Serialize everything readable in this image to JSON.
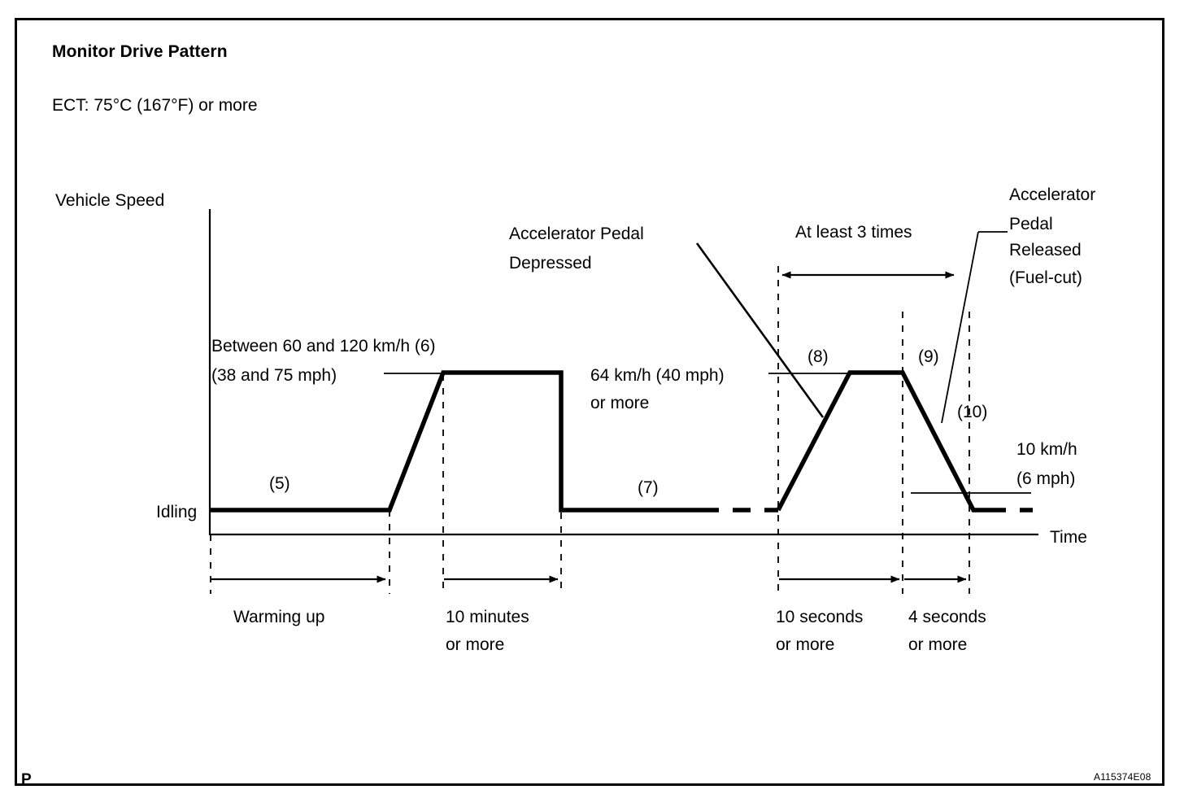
{
  "document": {
    "title": "Monitor Drive Pattern",
    "subtitle": "ECT: 75°C (167°F) or more",
    "corner_marker": "P",
    "figure_code": "A115374E08"
  },
  "axes": {
    "y_label": "Vehicle Speed",
    "y_baseline_label": "Idling",
    "x_label": "Time"
  },
  "annotations": {
    "speed_range_line1": "Between  60 and 120 km/h (6)",
    "speed_range_line2": "(38 and 75 mph)",
    "pedal_depressed_line1": "Accelerator Pedal",
    "pedal_depressed_line2": "Depressed",
    "speed_64_line1": "64 km/h (40 mph)",
    "speed_64_line2": "or more",
    "at_least_3_times": "At least 3 times",
    "pedal_released_line1": "Accelerator",
    "pedal_released_line2": "Pedal",
    "pedal_released_line3": "Released",
    "pedal_released_line4": "(Fuel-cut)",
    "speed_10_line1": "10 km/h",
    "speed_10_line2": "(6 mph)"
  },
  "step_markers": {
    "s5": "(5)",
    "s6": "(6)",
    "s7": "(7)",
    "s8": "(8)",
    "s9": "(9)",
    "s10": "(10)"
  },
  "time_segments": [
    {
      "id": "warming-up",
      "line1": "Warming up",
      "line2": ""
    },
    {
      "id": "ten-minutes",
      "line1": "10 minutes",
      "line2": "or more"
    },
    {
      "id": "ten-seconds",
      "line1": "10 seconds",
      "line2": "or more"
    },
    {
      "id": "four-seconds",
      "line1": "4 seconds",
      "line2": "or more"
    }
  ],
  "chart_data": {
    "type": "line",
    "title": "Monitor Drive Pattern",
    "xlabel": "Time",
    "ylabel": "Vehicle Speed",
    "grid": false,
    "legend": "none",
    "y_levels": {
      "idling": "Idling",
      "high_plateau": "Between 60 and 120 km/h (38 and 75 mph)",
      "mid_plateau": "64 km/h (40 mph) or more",
      "low_reference": "10 km/h (6 mph)"
    },
    "phases": [
      {
        "step": "(5)",
        "state": "Idling",
        "duration": "Warming up"
      },
      {
        "step": "(6)",
        "state": "Between 60 and 120 km/h (38 and 75 mph)",
        "duration": "10 minutes or more"
      },
      {
        "step": "(7)",
        "state": "Idling",
        "duration": ""
      },
      {
        "step": "(8)",
        "state": "64 km/h (40 mph) or more, accelerator pedal depressed",
        "duration": "10 seconds or more"
      },
      {
        "step": "(9)",
        "state": "Accelerator pedal released (Fuel-cut)",
        "duration": "4 seconds or more"
      },
      {
        "step": "(10)",
        "state": "10 km/h (6 mph)",
        "duration": ""
      }
    ],
    "repeat_note": "At least 3 times",
    "preconditions": "ECT: 75°C (167°F) or more"
  }
}
